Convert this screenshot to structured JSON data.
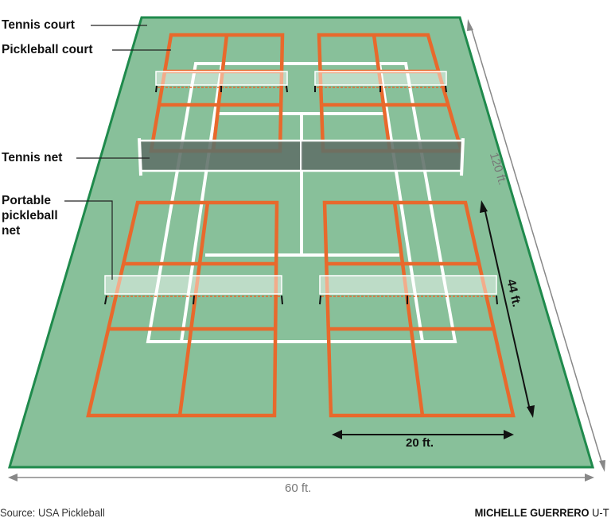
{
  "labels": {
    "tennis_court": "Tennis court",
    "pickleball_court": "Pickleball court",
    "tennis_net": "Tennis net",
    "portable_net_line1": "Portable",
    "portable_net_line2": "pickleball",
    "portable_net_line3": "net"
  },
  "dimensions": {
    "length": "120 ft.",
    "width": "60 ft.",
    "pickleball_length": "44 ft.",
    "pickleball_width": "20 ft."
  },
  "footer": {
    "source": "Source: USA Pickleball",
    "credit_name": "MICHELLE GUERRERO",
    "credit_org": "U-T"
  },
  "colors": {
    "court_surface": "#88c09a",
    "court_border": "#1f8a4c",
    "pickleball_lines": "#e8692c",
    "tennis_lines": "#ffffff",
    "tennis_net": "#5e7068",
    "dimension_gray": "#888888",
    "dimension_black": "#111111"
  }
}
